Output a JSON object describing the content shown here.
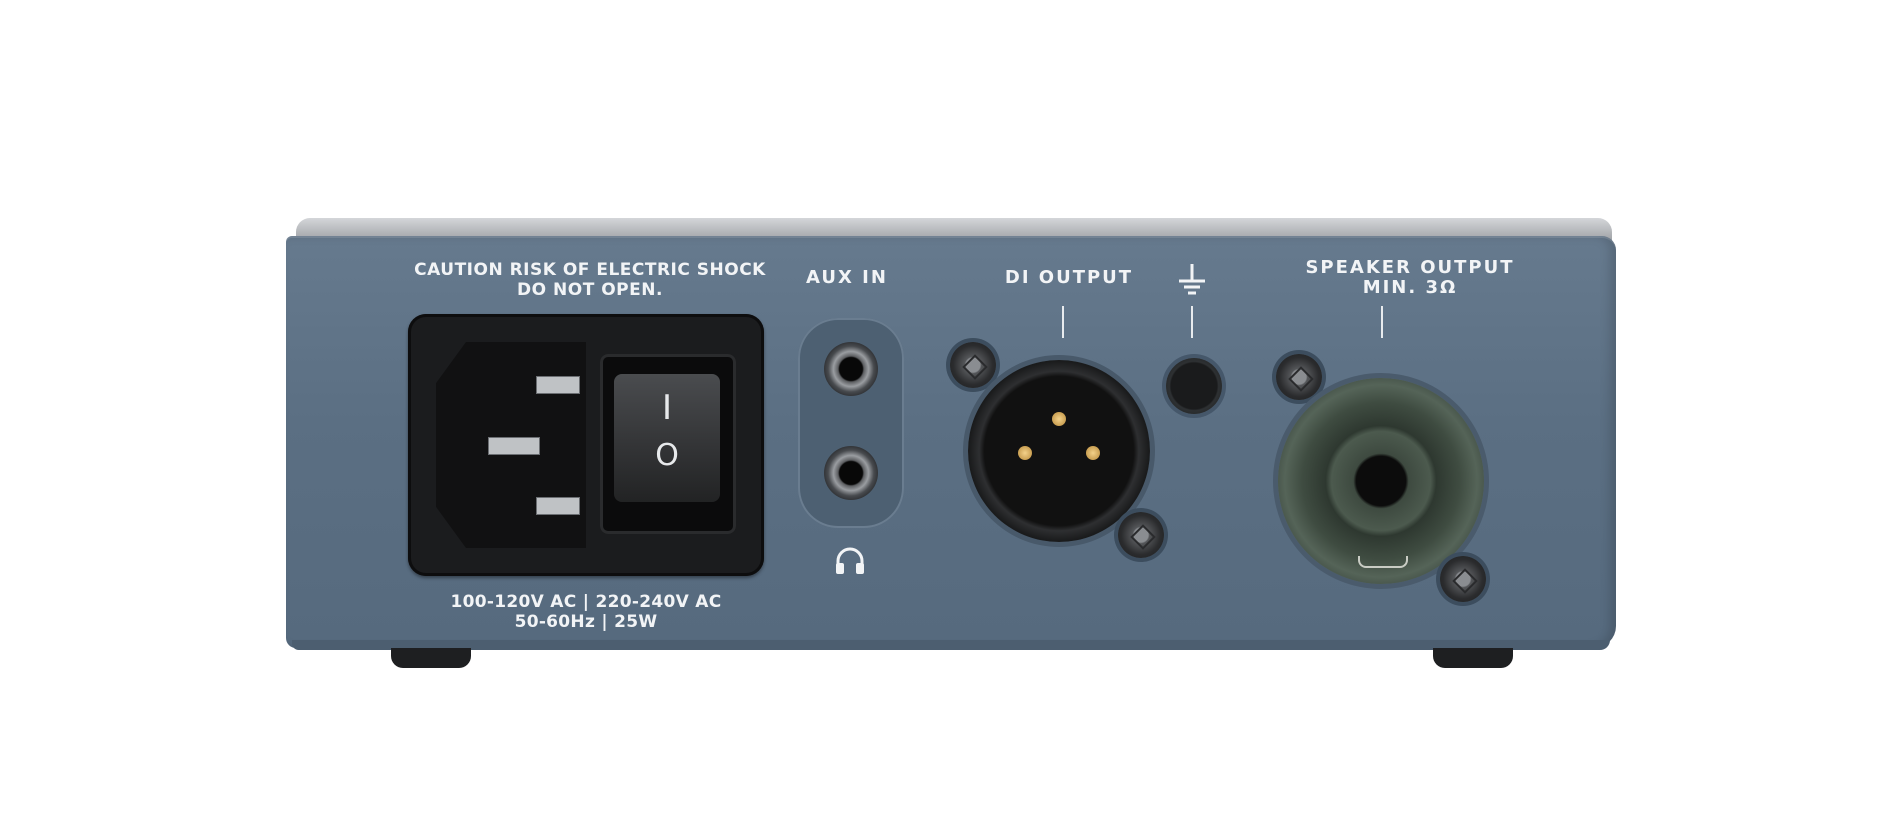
{
  "panel": {
    "caution_strong": "CAUTION",
    "caution_rest": "RISK OF ELECTRIC SHOCK",
    "caution_line2": "DO NOT OPEN.",
    "aux_in": "AUX IN",
    "di_output": "DI OUTPUT",
    "speaker_output": "SPEAKER OUTPUT",
    "speaker_min": "MIN. 3Ω",
    "power_spec_line1": "100-120V AC  |  220-240V AC",
    "power_spec_line2": "50-60Hz  |  25W",
    "switch_on": "I",
    "switch_off": "O"
  },
  "icons": {
    "ground": "ground-symbol-icon",
    "headphones": "headphones-icon"
  },
  "colors": {
    "panel": "#5e7286",
    "label_text": "#f2f4f6",
    "power_module": "#1b1c1e",
    "speakon": "#4c5a4e"
  }
}
